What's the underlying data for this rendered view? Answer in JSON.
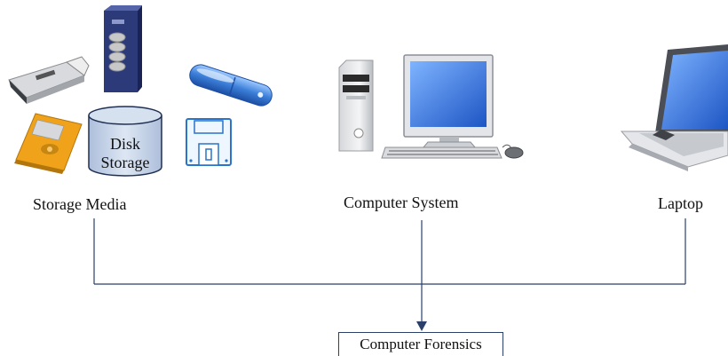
{
  "nodes": {
    "storage_media": "Storage Media",
    "disk_storage_line1": "Disk",
    "disk_storage_line2": "Storage",
    "computer_system": "Computer System",
    "laptop": "Laptop",
    "computer_forensics": "Computer Forensics"
  },
  "colors": {
    "connector": "#2a3f6a",
    "usb_blue": "#3b7fd9",
    "floppy_orange": "#f0a31a",
    "server_navy": "#2d3a7a",
    "disk_fill": "#c9d7ea",
    "monitor_screen": "#2f6fd6"
  },
  "icons": [
    "usb-drive-icon",
    "server-tower-icon",
    "usb-pen-drive-icon",
    "floppy-disk-orange-icon",
    "disk-storage-cylinder-icon",
    "floppy-disk-blue-icon",
    "desktop-computer-icon",
    "laptop-icon"
  ]
}
